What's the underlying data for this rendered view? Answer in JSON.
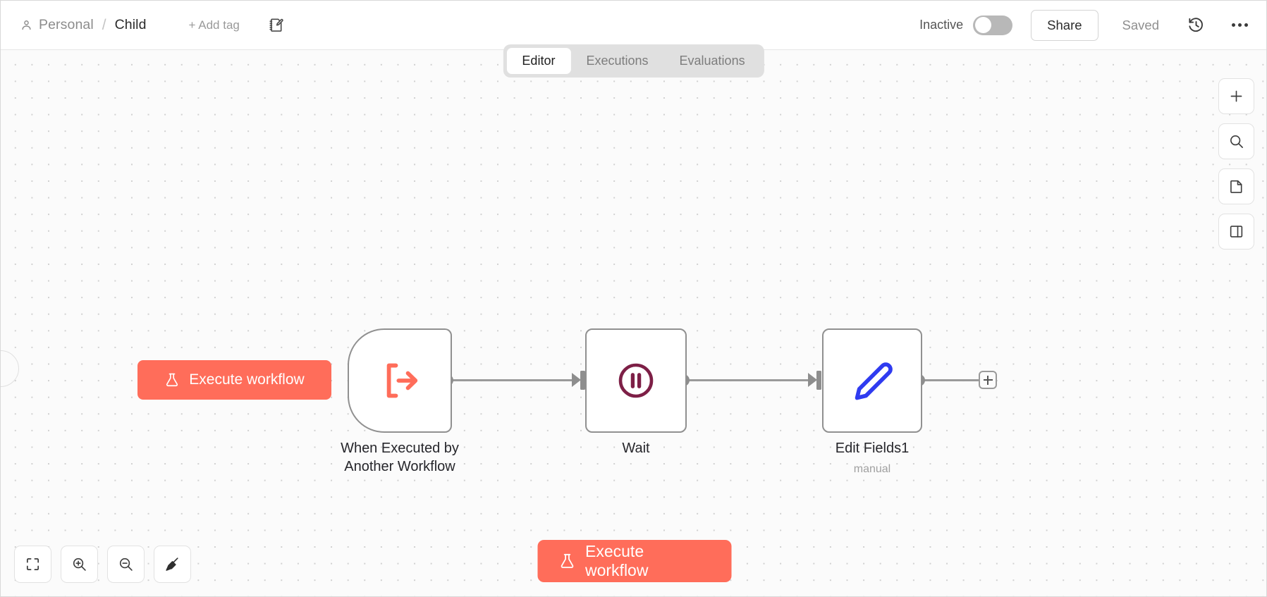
{
  "header": {
    "breadcrumb": {
      "owner": "Personal",
      "separator": "/",
      "name": "Child"
    },
    "add_tag_label": "+ Add tag",
    "note_icon": "note-edit-icon",
    "person_icon": "person-icon",
    "activation_label": "Inactive",
    "activation_state": "off",
    "share_label": "Share",
    "save_status": "Saved",
    "history_icon": "history-clock-icon",
    "overflow_icon": "more-options-icon"
  },
  "tabs": [
    {
      "label": "Editor",
      "active": true
    },
    {
      "label": "Executions",
      "active": false
    },
    {
      "label": "Evaluations",
      "active": false
    }
  ],
  "canvas": {
    "execute_pill_label": "Execute workflow",
    "execute_pill_icon": "flask-icon",
    "nodes": [
      {
        "id": "trigger",
        "label": "When Executed by\nAnother Workflow",
        "subtitle": "",
        "icon": "execute-workflow-trigger-icon",
        "icon_color": "#ff6d5a",
        "shape": "trigger"
      },
      {
        "id": "wait",
        "label": "Wait",
        "subtitle": "",
        "icon": "pause-circle-icon",
        "icon_color": "#7d1f46",
        "shape": "standard"
      },
      {
        "id": "edit-fields",
        "label": "Edit Fields1",
        "subtitle": "manual",
        "icon": "pencil-icon",
        "icon_color": "#2f3bf0",
        "shape": "standard"
      }
    ],
    "add_node_stub_icon": "plus-icon"
  },
  "execute_button": {
    "label": "Execute workflow",
    "icon": "flask-icon"
  },
  "right_rail": [
    {
      "name": "add-node-button",
      "icon": "plus-icon"
    },
    {
      "name": "search-nodes-button",
      "icon": "search-icon"
    },
    {
      "name": "add-sticky-note-button",
      "icon": "sticky-note-icon"
    },
    {
      "name": "toggle-side-panel-button",
      "icon": "panel-layout-icon"
    }
  ],
  "bottom_toolbar": [
    {
      "name": "zoom-to-fit-button",
      "icon": "fit-view-icon"
    },
    {
      "name": "zoom-in-button",
      "icon": "zoom-in-icon"
    },
    {
      "name": "zoom-out-button",
      "icon": "zoom-out-icon"
    },
    {
      "name": "tidy-up-button",
      "icon": "broom-icon"
    }
  ],
  "colors": {
    "accent": "#ff6d5a",
    "canvas_bg": "#fbfbfb",
    "node_border": "#909090",
    "wire": "#9a9a9a",
    "wait_icon": "#7d1f46",
    "edit_icon": "#2f3bf0"
  }
}
